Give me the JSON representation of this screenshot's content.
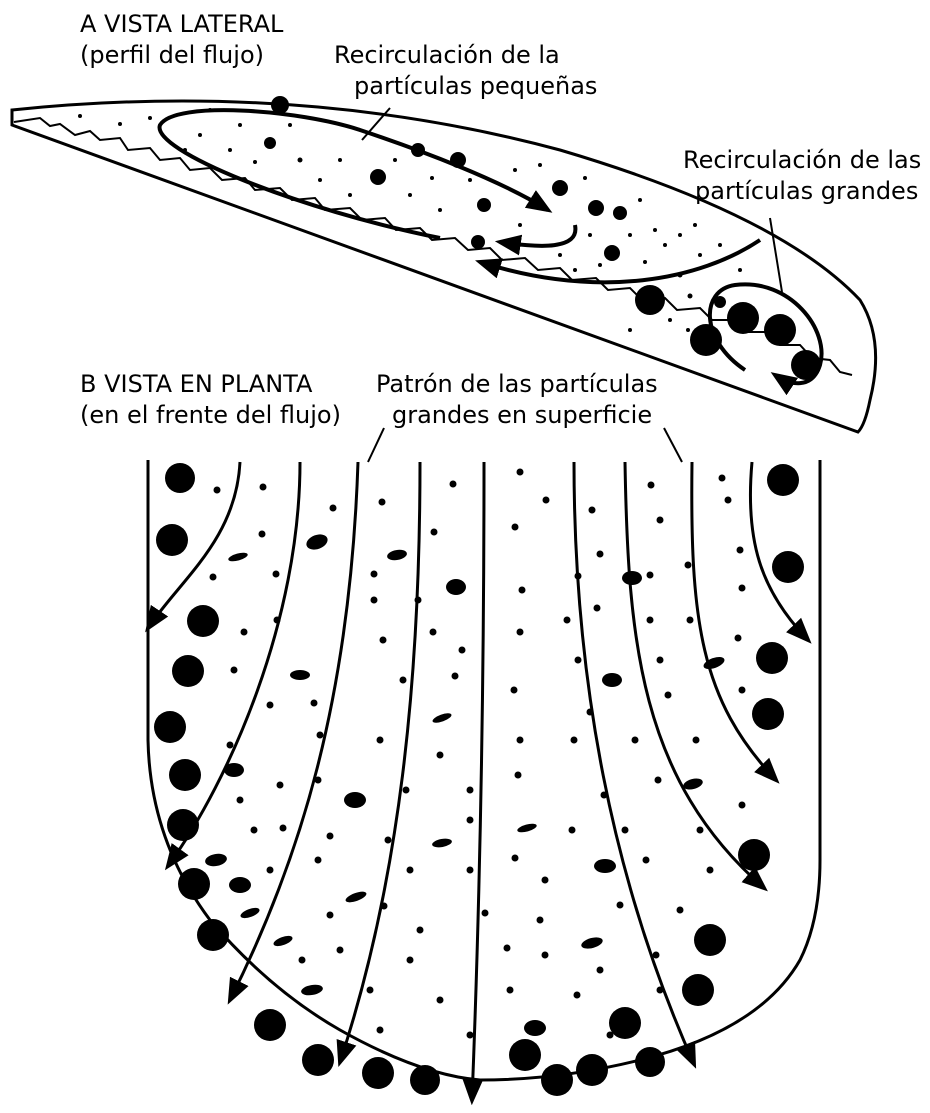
{
  "section_a": {
    "title_line1": "A VISTA LATERAL",
    "title_line2": "(perfil del flujo)",
    "small_label_line1": "Recirculación de la",
    "small_label_line2": "partículas pequeñas",
    "large_label_line1": "Recirculación de las",
    "large_label_line2": "partículas grandes"
  },
  "section_b": {
    "title_line1": "B VISTA EN PLANTA",
    "title_line2": "(en el frente del flujo)",
    "pattern_label_line1": "Patrón de las partículas",
    "pattern_label_line2": "grandes en superficie"
  },
  "colors": {
    "ink": "#000000",
    "paper": "#ffffff"
  }
}
